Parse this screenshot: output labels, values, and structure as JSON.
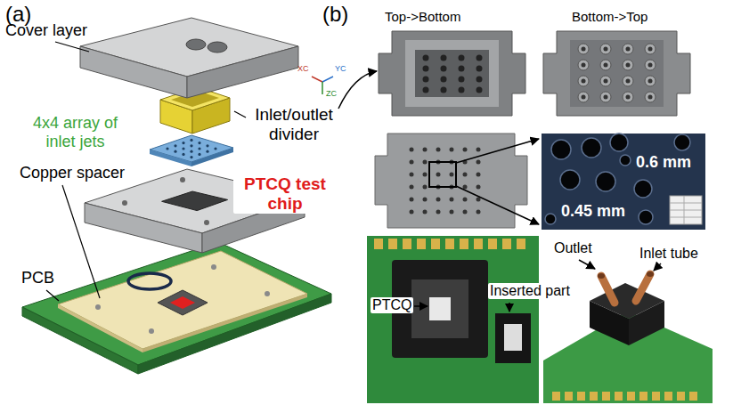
{
  "diagram": {
    "labels": [
      "(a)",
      "(b)",
      "Cover layer",
      "4x4 array of inlet jets",
      "Inlet/outlet divider",
      "Top->Bottom",
      "Bottom->Top",
      "0.6 mm",
      "0.45 mm",
      "Copper spacer",
      "PTCQ test chip",
      "PCB",
      "PTCQ",
      "Inserted part",
      "Outlet",
      "Inlet tube",
      "XC",
      "YC",
      "ZC"
    ]
  }
}
